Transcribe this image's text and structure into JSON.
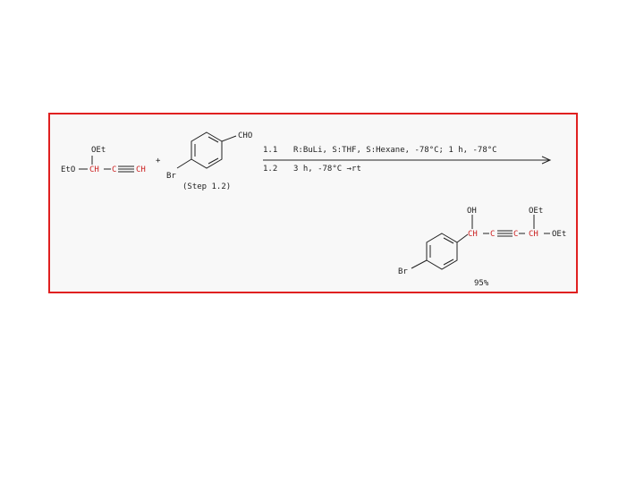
{
  "scheme": {
    "reactant1": {
      "oet_top": "OEt",
      "eto": "EtO",
      "ch": "CH",
      "c": "C",
      "terminal_ch": "CH"
    },
    "plus": "+",
    "reactant2": {
      "cho": "CHO",
      "br": "Br"
    },
    "step_label": "(Step 1.2)",
    "conditions": {
      "step1_num": "1.1",
      "step1_text": "R:BuLi,  S:THF,  S:Hexane,  -78°C;  1 h, -78°C",
      "step2_num": "1.2",
      "step2_text": "3 h, -78°C →rt"
    },
    "product": {
      "oh": "OH",
      "oet_top": "OEt",
      "ch1": "CH",
      "c1": "C",
      "c2": "C",
      "ch2": "CH",
      "oet_right": "OEt",
      "br": "Br",
      "yield": "95%"
    },
    "colors": {
      "border": "#e02020",
      "atom_red": "#cc2222",
      "ink": "#222222"
    }
  }
}
